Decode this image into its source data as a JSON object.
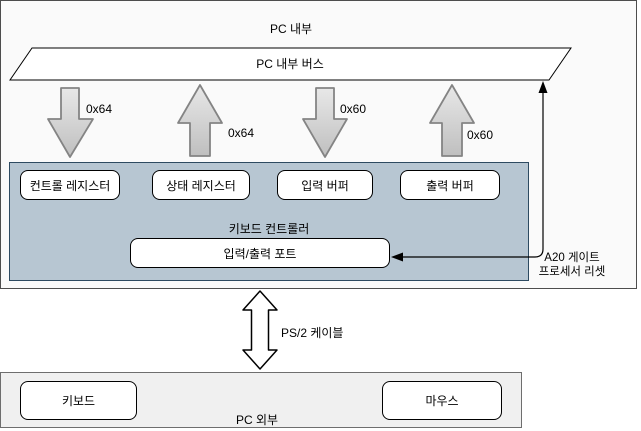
{
  "diagram": {
    "title": "PC 내부",
    "bus": {
      "label": "PC 내부 버스"
    },
    "ports": [
      {
        "label": "0x64",
        "direction": "down"
      },
      {
        "label": "0x64",
        "direction": "up"
      },
      {
        "label": "0x60",
        "direction": "down"
      },
      {
        "label": "0x60",
        "direction": "up"
      }
    ],
    "controller": {
      "label": "키보드 컨트롤러",
      "registers": [
        "컨트롤 레지스터",
        "상태 레지스터",
        "입력 버퍼",
        "출력 버퍼"
      ],
      "io_port": "입력/출력 포트"
    },
    "annotation": {
      "line1": "A20 게이트",
      "line2": "프로세서 리셋"
    },
    "cable": {
      "label": "PS/2 케이블"
    },
    "external": {
      "label": "PC 외부",
      "devices": [
        "키보드",
        "마우스"
      ]
    },
    "colors": {
      "background": "#ffffff",
      "pc_internal_fill": "#fafafa",
      "pc_external_fill": "#f0f0f0",
      "controller_fill": "#b7c6d2",
      "controller_border": "#2d4a61",
      "block_arrow_fill_top": "#e8e8e8",
      "block_arrow_fill_bottom": "#bfbfbf",
      "block_arrow_stroke": "#848484",
      "connector_stroke": "#000000"
    }
  }
}
